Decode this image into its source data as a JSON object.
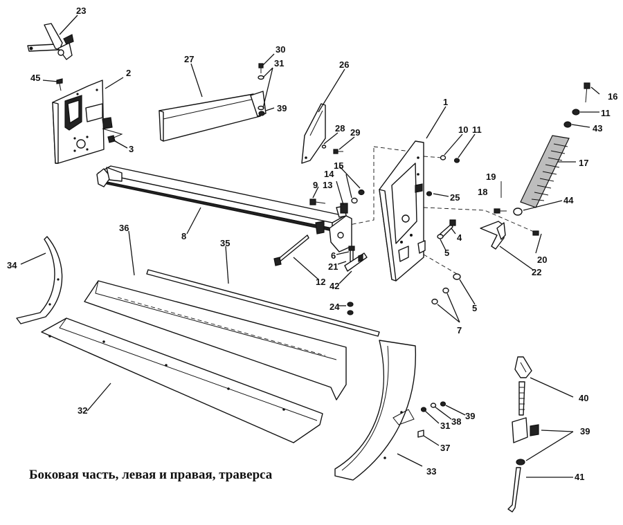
{
  "caption": "Боковая часть, левая и правая, траверса",
  "labels": {
    "n1": "1",
    "n2": "2",
    "n3": "3",
    "n4": "4",
    "n5a": "5",
    "n5b": "5",
    "n6": "6",
    "n7": "7",
    "n8": "8",
    "n9": "9",
    "n10": "10",
    "n11a": "11",
    "n11b": "11",
    "n12": "12",
    "n13": "13",
    "n14": "14",
    "n15": "15",
    "n16": "16",
    "n17": "17",
    "n18": "18",
    "n19": "19",
    "n20": "20",
    "n21": "21",
    "n22": "22",
    "n23": "23",
    "n24": "24",
    "n25": "25",
    "n26": "26",
    "n27": "27",
    "n28": "28",
    "n29": "29",
    "n30": "30",
    "n31a": "31",
    "n31b": "31",
    "n32": "32",
    "n33": "33",
    "n34": "34",
    "n35": "35",
    "n36": "36",
    "n37": "37",
    "n38": "38",
    "n39a": "39",
    "n39b": "39",
    "n39c": "39",
    "n40": "40",
    "n41": "41",
    "n42": "42",
    "n43": "43",
    "n44": "44",
    "n45": "45"
  }
}
